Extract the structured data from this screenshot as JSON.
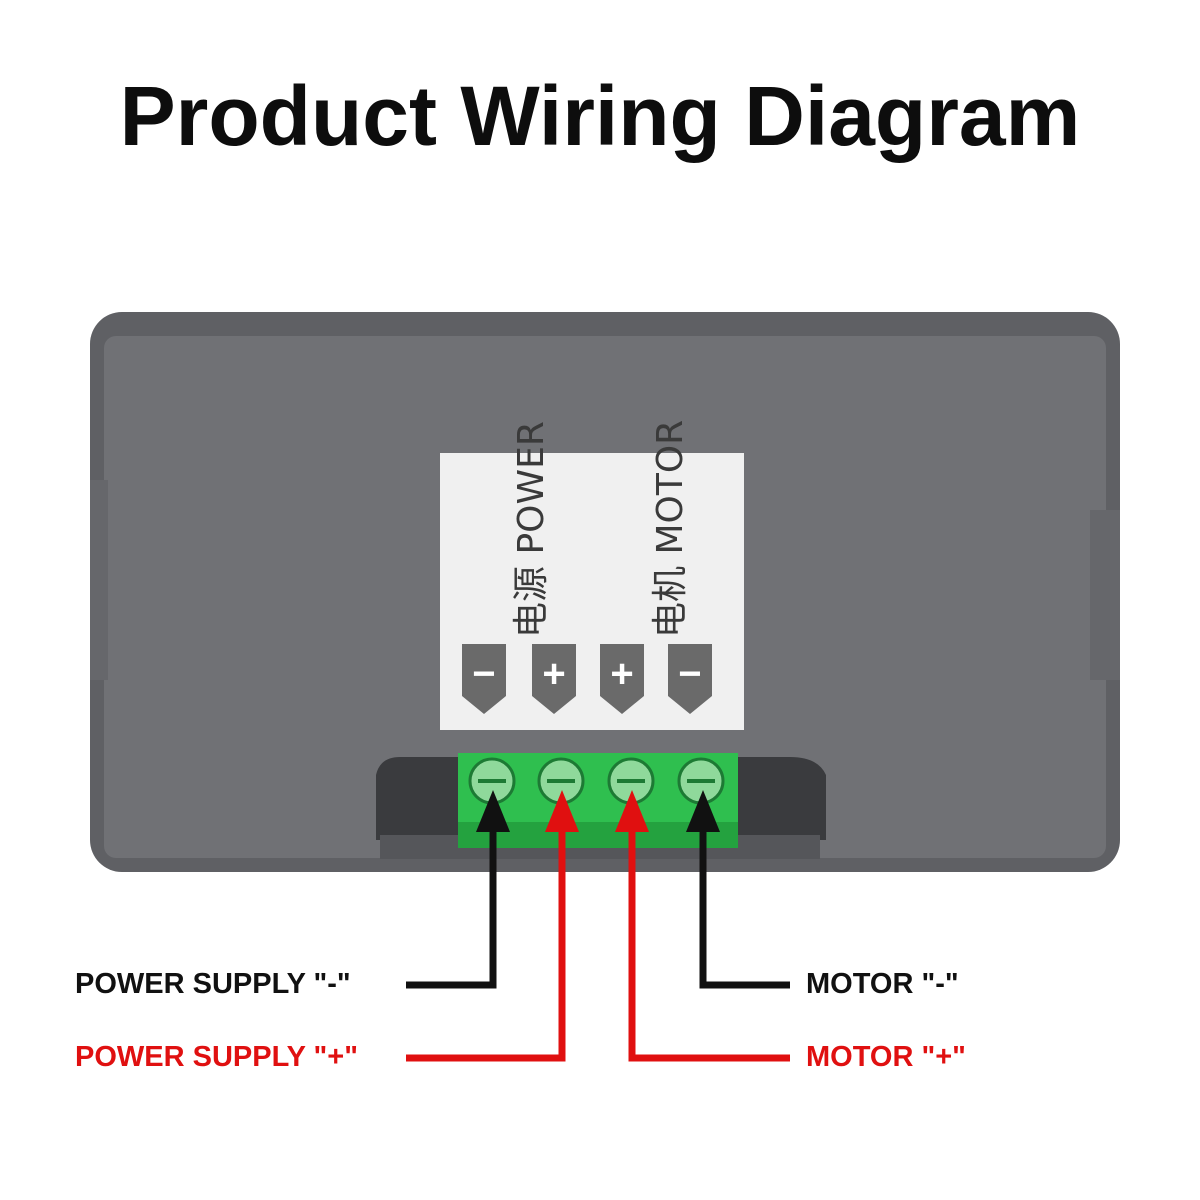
{
  "title": "Product Wiring Diagram",
  "label_panel": {
    "power_label": "电源 POWER",
    "motor_label": "电机 MOTOR",
    "terminals": [
      "−",
      "+",
      "+",
      "−"
    ]
  },
  "wire_labels": {
    "power_negative": "POWER SUPPLY \"-\"",
    "power_positive": "POWER SUPPLY \"+\"",
    "motor_negative": "MOTOR \"-\"",
    "motor_positive": "MOTOR \"+\""
  },
  "colors": {
    "negative_wire": "#111111",
    "positive_wire": "#e01010",
    "housing": "#6d6e72",
    "terminal_block": "#2fbf4f",
    "label_panel": "#f0f0f0"
  }
}
